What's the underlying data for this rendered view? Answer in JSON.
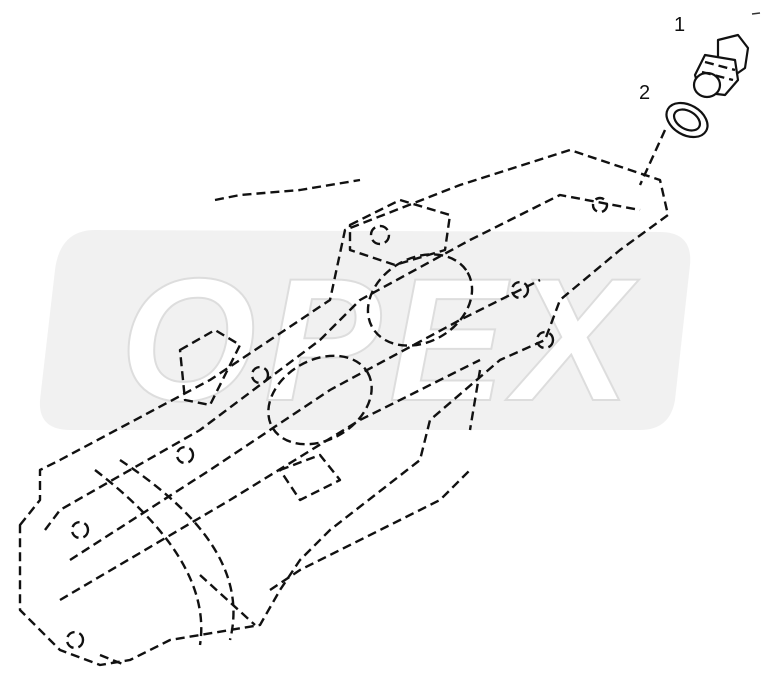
{
  "diagram": {
    "watermark": "OPEX",
    "callouts": [
      {
        "number": "1",
        "part": "plug"
      },
      {
        "number": "2",
        "part": "washer"
      }
    ],
    "colors": {
      "line": "#111111",
      "watermark": "#e6e6e6",
      "background": "#ffffff"
    }
  }
}
